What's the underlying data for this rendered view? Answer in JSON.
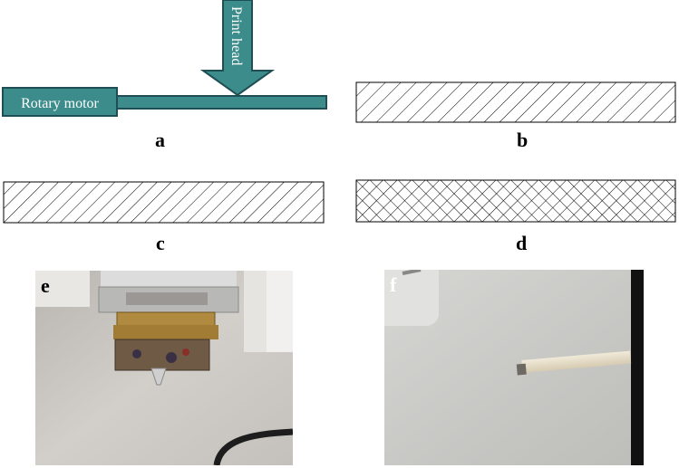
{
  "panel_a": {
    "motor_label": "Rotary motor",
    "print_head_label": "Print head",
    "caption": "a"
  },
  "panel_b": {
    "caption": "b",
    "pattern": "diagonal-hatch"
  },
  "panel_c": {
    "caption": "c",
    "pattern": "diagonal-hatch"
  },
  "panel_d": {
    "caption": "d",
    "pattern": "cross-hatch"
  },
  "panel_e": {
    "caption": "e",
    "subject": "print head nozzle photo"
  },
  "panel_f": {
    "caption": "f",
    "subject": "printed rod photo"
  },
  "colors": {
    "teal": "#3c8c8c",
    "teal_stroke": "#1f4f55"
  }
}
